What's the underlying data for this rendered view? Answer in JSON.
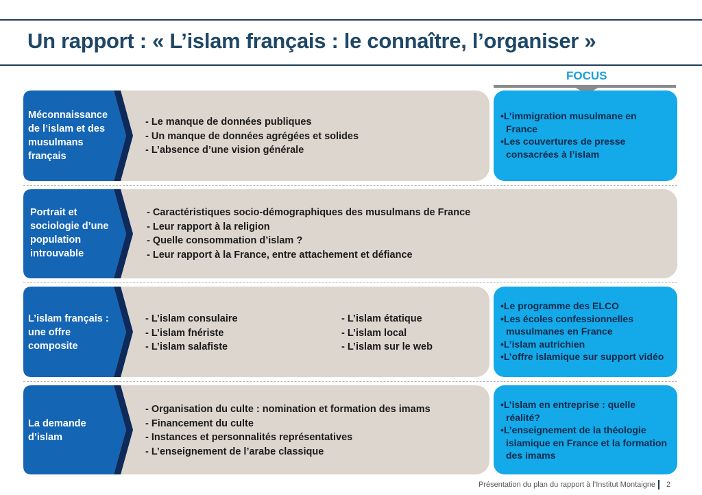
{
  "title": "Un rapport : « L’islam français : le connaître, l’organiser »",
  "focus_label": "FOCUS",
  "rows": [
    {
      "label_lines": [
        "Méconnaissance",
        "de l’islam et des",
        "musulmans",
        "français"
      ],
      "bullets": [
        "- Le manque de données publiques",
        "- Un manque de données agrégées et solides",
        "- L’absence d’une vision générale"
      ],
      "focus": [
        "•L’immigration musulmane en France",
        "•Les couvertures de presse consacrées à l’islam"
      ]
    },
    {
      "label_lines": [
        "Portrait et",
        "sociologie d’une",
        "population",
        "introuvable"
      ],
      "bullets": [
        "- Caractéristiques socio-démographiques des musulmans de France",
        "- Leur rapport à la religion",
        "- Quelle consommation d’islam ?",
        "- Leur rapport à la France, entre attachement et défiance"
      ]
    },
    {
      "label_lines": [
        "L’islam français :",
        "une offre",
        "composite"
      ],
      "bullets": [
        "- L’islam consulaire",
        "- L’islam fnériste",
        "- L’islam salafiste"
      ],
      "bullets_col2": [
        "- L’islam étatique",
        "- L’islam local",
        "- L’islam sur le web"
      ],
      "focus": [
        "•Le programme des ELCO",
        "•Les écoles confessionnelles musulmanes en France",
        "•L’islam autrichien",
        "•L’offre islamique sur support vidéo"
      ]
    },
    {
      "label_lines": [
        "La demande",
        "d’islam"
      ],
      "bullets": [
        "- Organisation du culte : nomination et formation des imams",
        "- Financement du culte",
        "- Instances et personnalités représentatives",
        "- L’enseignement de l’arabe classique"
      ],
      "focus": [
        "•L’islam en entreprise : quelle réalité?",
        "•L’enseignement de la théologie islamique en France et la formation des imams"
      ]
    }
  ],
  "footer": "Présentation du plan du rapport à l’Institut Montaigne",
  "page_number": "2",
  "colors": {
    "title": "#1f4766",
    "chevron": "#1565b5",
    "chevron_dark": "#0d2a5a",
    "panel": "#ddd6ce",
    "focus": "#14a9e8",
    "focus_text": "#0d2a4a"
  }
}
